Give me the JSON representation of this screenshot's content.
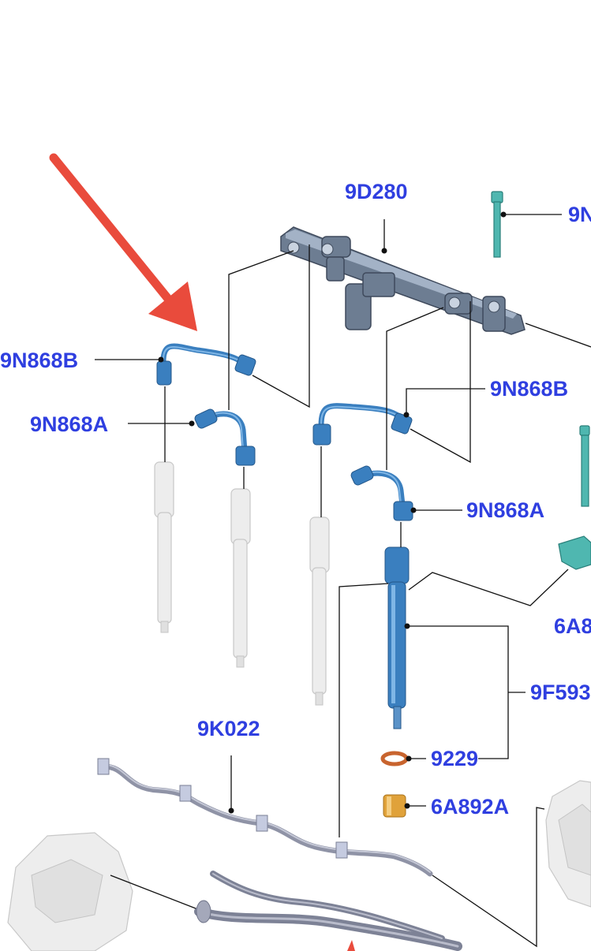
{
  "labels": {
    "fuel_rail": "9D280",
    "bolt_top_right": "9N",
    "pipe_left_b": "9N868B",
    "pipe_left_a": "9N868A",
    "pipe_right_b": "9N868B",
    "pipe_right_a": "9N868A",
    "bracket_right": "6A8",
    "injector": "9F593",
    "return_hose": "9K022",
    "washer": "9229",
    "sleeve": "6A892A"
  },
  "colors": {
    "label_text": "#2f3fe0",
    "arrow": "#e94b3c",
    "highlight_part": "#3a7fbf",
    "washer": "#c8642e",
    "sleeve": "#e0a23a"
  },
  "icons": {
    "callout": "red-arrow-icon"
  }
}
